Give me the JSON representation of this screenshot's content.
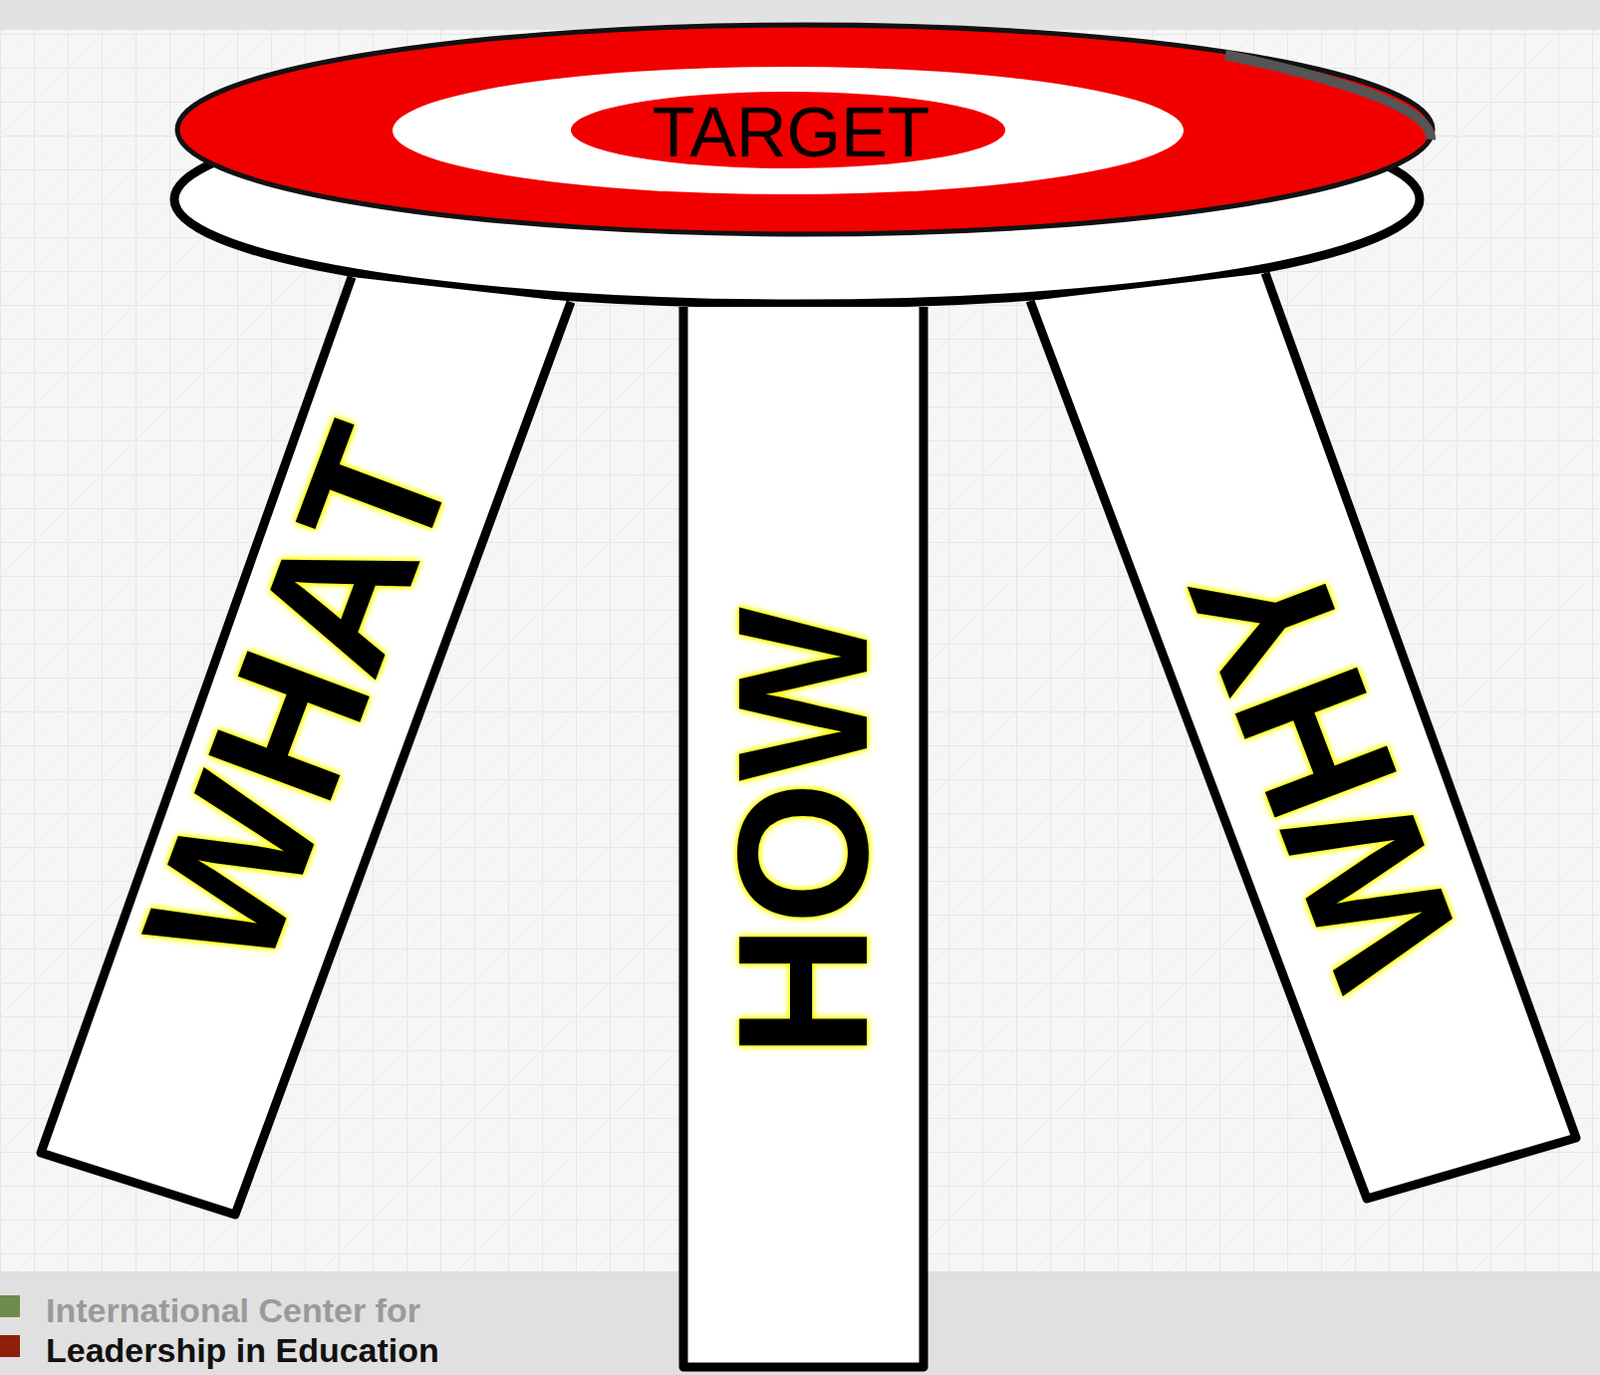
{
  "diagram": {
    "nodes": [
      {
        "text": [
          "TARGET"
        ]
      },
      {
        "text": [
          "WHAT"
        ]
      },
      {
        "text": [
          "HOW"
        ]
      },
      {
        "text": [
          "WHY"
        ]
      }
    ],
    "labels": [
      "International Center for",
      "Leadership in Education"
    ]
  }
}
